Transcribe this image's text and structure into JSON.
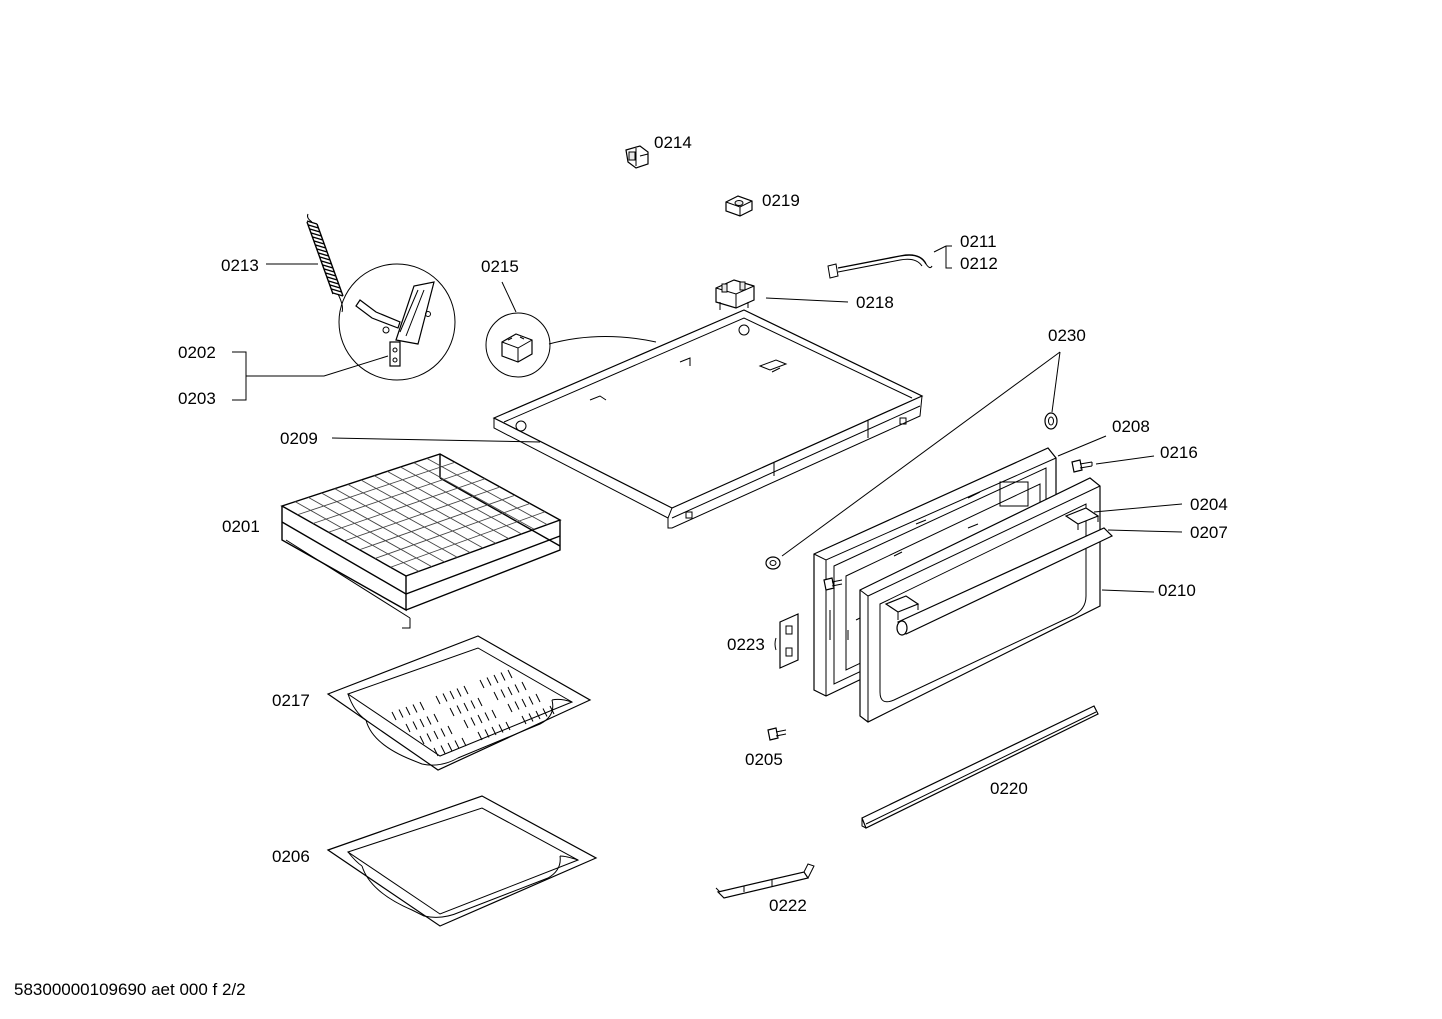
{
  "labels": {
    "p0201": "0201",
    "p0202": "0202",
    "p0203": "0203",
    "p0204": "0204",
    "p0205": "0205",
    "p0206": "0206",
    "p0207": "0207",
    "p0208": "0208",
    "p0209": "0209",
    "p0210": "0210",
    "p0211": "0211",
    "p0212": "0212",
    "p0213": "0213",
    "p0214": "0214",
    "p0215": "0215",
    "p0216": "0216",
    "p0217": "0217",
    "p0218": "0218",
    "p0219": "0219",
    "p0220": "0220",
    "p0222": "0222",
    "p0223": "0223",
    "p0230": "0230"
  },
  "footer": "58300000109690 aet 000 f 2/2"
}
